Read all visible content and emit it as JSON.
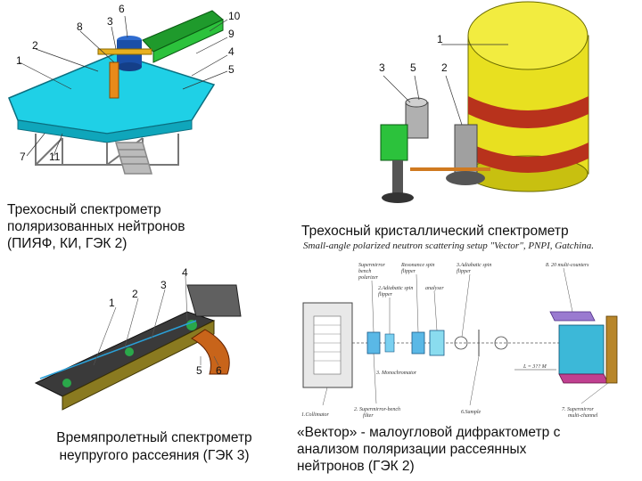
{
  "panels": {
    "top_left": {
      "caption_lines": [
        "Трехосный спектрометр",
        "поляризованных нейтронов",
        "(ПИЯФ, КИ, ГЭК 2)"
      ],
      "labels": [
        "6",
        "3",
        "8",
        "10",
        "9",
        "2",
        "1",
        "4",
        "5",
        "7",
        "11"
      ]
    },
    "top_right": {
      "caption": "Трехосный кристаллический спектрометр",
      "subtitle": "Small-angle polarized neutron scattering setup \"Vector\", PNPI, Gatchina.",
      "labels": [
        "1",
        "3",
        "5",
        "2"
      ]
    },
    "bottom_left": {
      "caption_lines": [
        "Времяпролетный спектрометр",
        "неупругого рассеяния (ГЭК 3)"
      ],
      "labels": [
        "1",
        "2",
        "3",
        "4",
        "5",
        "6"
      ]
    },
    "bottom_right": {
      "caption_lines": [
        "«Вектор» - малоугловой дифрактометр с",
        "анализом поляризации рассеянных",
        "нейтронов (ГЭК 2)"
      ],
      "labels": {
        "top1": "Supermirror",
        "top2": "bench",
        "top3": "polarizer",
        "resonance1": "Resonance spin",
        "resonance2": "flipper",
        "adiabatic_top1": "3.Adiabatic spin",
        "adiabatic_top2": "flipper",
        "detectors": "8. 20 multi-counters",
        "adiabatic2_1": "2.Adiabatic spin",
        "adiabatic2_2": "flipper",
        "analyzer": "analyser",
        "mono": "3. Monochromator",
        "length": "L = 3?? M",
        "collimator": "1.Collimator",
        "filter1": "2. Supermirror-bench",
        "filter2": "filter",
        "sample": "6.Sample",
        "supermirror1": "7. Supermirror",
        "supermirror2": "multi-channel"
      }
    }
  }
}
